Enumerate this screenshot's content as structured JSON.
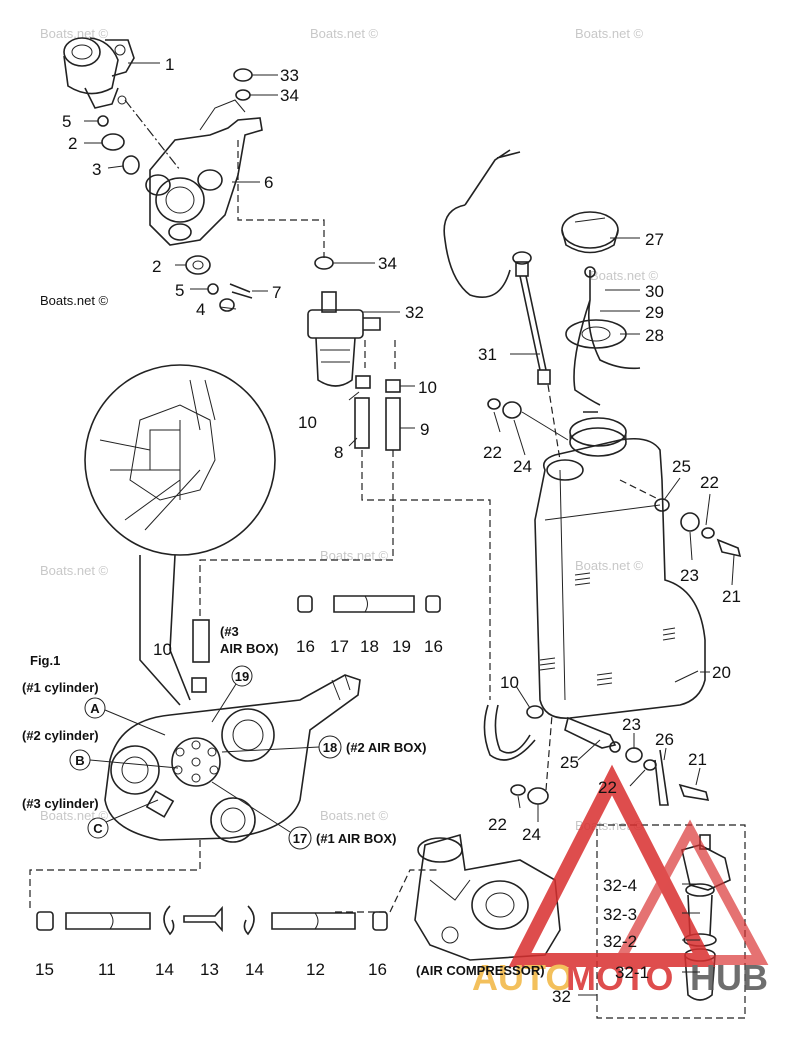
{
  "watermark": "Boats.net ©",
  "brand": {
    "part1": "AUTO",
    "part2": "MOTO",
    "part3": "HUB"
  },
  "figure": {
    "title": "Fig.1",
    "cyl1": "(#1 cylinder)",
    "cyl2": "(#2 cylinder)",
    "cyl3": "(#3 cylinder)",
    "air_box_3_a": "(#3",
    "air_box_3_b": "AIR BOX)",
    "air_box_2": "(#2 AIR BOX)",
    "air_box_1": "(#1 AIR BOX)",
    "air_compressor": "(AIR COMPRESSOR)",
    "letter_a": "A",
    "letter_b": "B",
    "letter_c": "C",
    "circ_19": "19",
    "circ_18": "18",
    "circ_17": "17"
  },
  "callouts": {
    "c1": "1",
    "c2a": "2",
    "c2b": "2",
    "c3": "3",
    "c4": "4",
    "c5a": "5",
    "c5b": "5",
    "c6": "6",
    "c7": "7",
    "c8": "8",
    "c9": "9",
    "c10a": "10",
    "c10b": "10",
    "c10c": "10",
    "c10d": "10",
    "c11": "11",
    "c12": "12",
    "c13": "13",
    "c14a": "14",
    "c14b": "14",
    "c15": "15",
    "c16a": "16",
    "c16b": "16",
    "c16c": "16",
    "c17": "17",
    "c18": "18",
    "c19": "19",
    "c20": "20",
    "c21a": "21",
    "c21b": "21",
    "c22a": "22",
    "c22b": "22",
    "c22c": "22",
    "c22d": "22",
    "c23a": "23",
    "c23b": "23",
    "c24a": "24",
    "c24b": "24",
    "c25a": "25",
    "c25b": "25",
    "c26": "26",
    "c27": "27",
    "c28": "28",
    "c29": "29",
    "c30": "30",
    "c31": "31",
    "c32a": "32",
    "c32b": "32",
    "c32_1": "32-1",
    "c32_2": "32-2",
    "c32_3": "32-3",
    "c32_4": "32-4",
    "c33": "33",
    "c34a": "34",
    "c34b": "34"
  }
}
